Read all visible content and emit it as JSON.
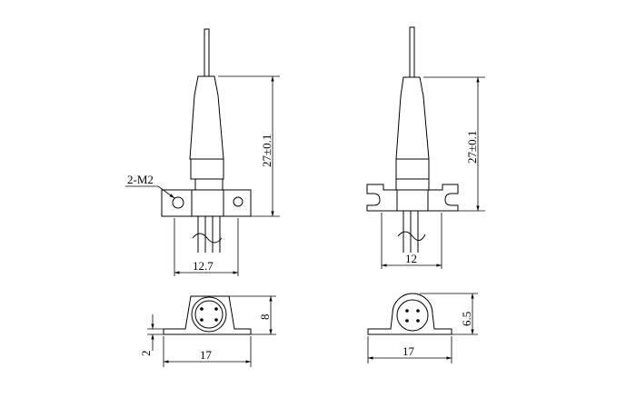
{
  "labels": {
    "thread": "2-M2",
    "height_left": "27±0.1",
    "height_right": "27±0.1",
    "width_left": "12.7",
    "width_right": "12",
    "base_left_width": "17",
    "base_left_height": "8",
    "base_left_thickness": "2",
    "base_right_width": "17",
    "base_right_height": "6.5"
  }
}
